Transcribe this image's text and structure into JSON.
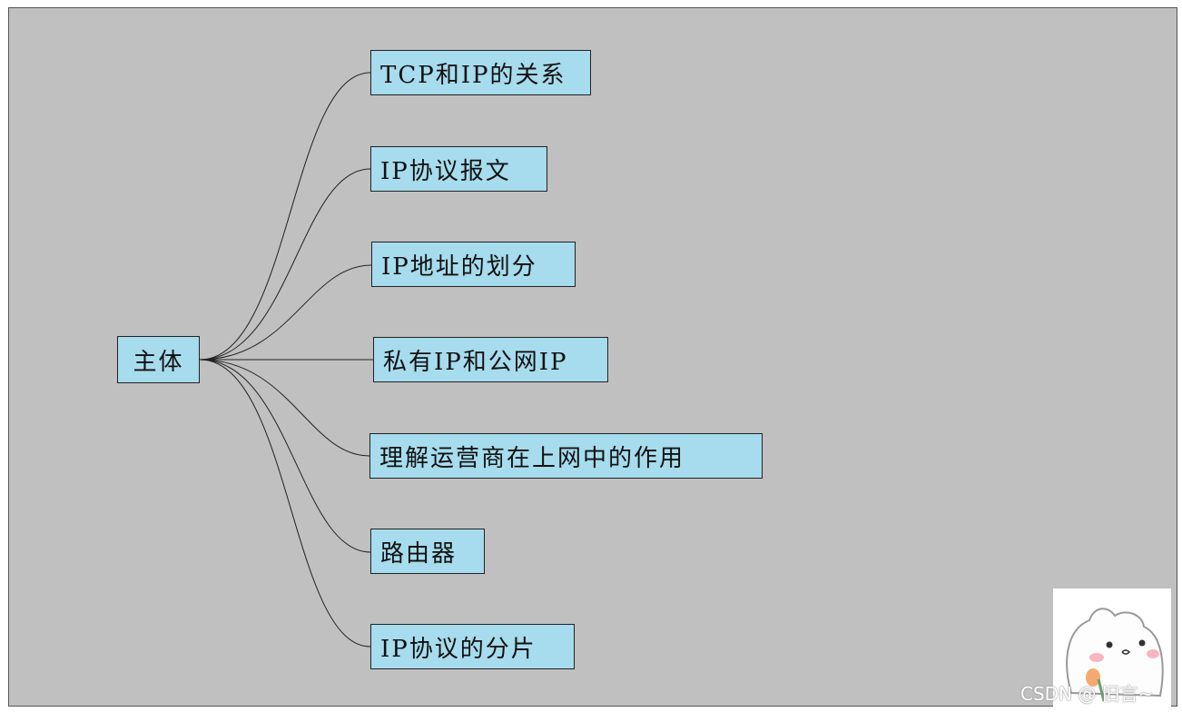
{
  "diagram": {
    "root": {
      "label": "主体"
    },
    "children": [
      {
        "label": "TCP和IP的关系"
      },
      {
        "label": "IP协议报文"
      },
      {
        "label": "IP地址的划分"
      },
      {
        "label": "私有IP和公网IP"
      },
      {
        "label": "理解运营商在上网中的作用"
      },
      {
        "label": "路由器"
      },
      {
        "label": "IP协议的分片"
      }
    ]
  },
  "watermark": "CSDN @ 旧言~",
  "colors": {
    "background": "#c0c0c0",
    "node_fill": "#a6dced",
    "edge": "#222222"
  }
}
